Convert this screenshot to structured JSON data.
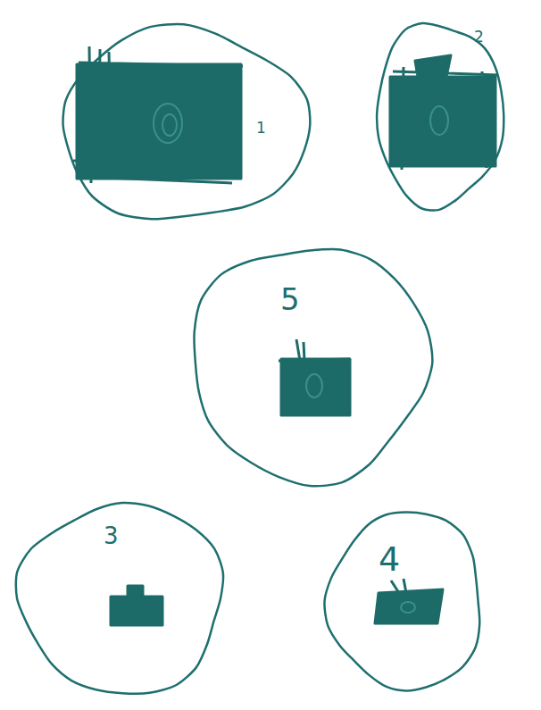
{
  "diagram": {
    "nodes": [
      {
        "text": [
          "1"
        ]
      },
      {
        "text": [
          "2"
        ]
      },
      {
        "text": [
          "5"
        ]
      },
      {
        "text": [
          "3"
        ]
      },
      {
        "text": [
          "4"
        ]
      }
    ]
  }
}
